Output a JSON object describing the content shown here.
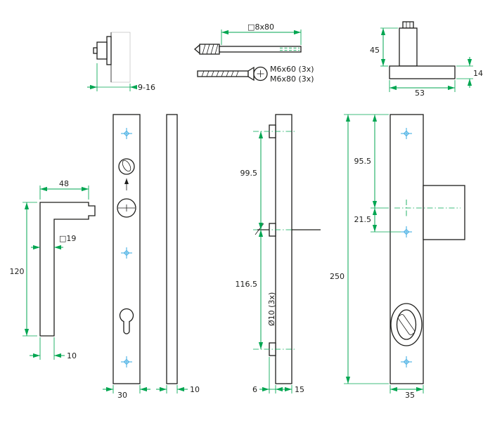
{
  "colors": {
    "outline": "#1d1d1b",
    "dimension": "#00a651",
    "crosshair": "#56b6e6",
    "text": "#1d1d1b",
    "hatch": "#9b9b9b",
    "background": "#ffffff"
  },
  "labels": {
    "wall": {
      "range": "9-16"
    },
    "fasteners": {
      "bolt": "□8x80",
      "screw1": "M6x60 (3x)",
      "screw2": "M6x80 (3x)"
    },
    "handle_side": {
      "height": "45",
      "base": "14",
      "length": "53"
    },
    "lever": {
      "projection": "48",
      "square": "□19",
      "length": "120",
      "width": "10"
    },
    "plate_front": {
      "width": "30"
    },
    "plate_side": {
      "thickness": "10"
    },
    "security_side": {
      "upper": "99.5",
      "lower": "116.5",
      "holes": "Ø10 (3x)",
      "boss": "6",
      "thickness": "15"
    },
    "security_front": {
      "upper": "95.5",
      "lower": "21.5",
      "height": "250",
      "width": "35"
    }
  }
}
